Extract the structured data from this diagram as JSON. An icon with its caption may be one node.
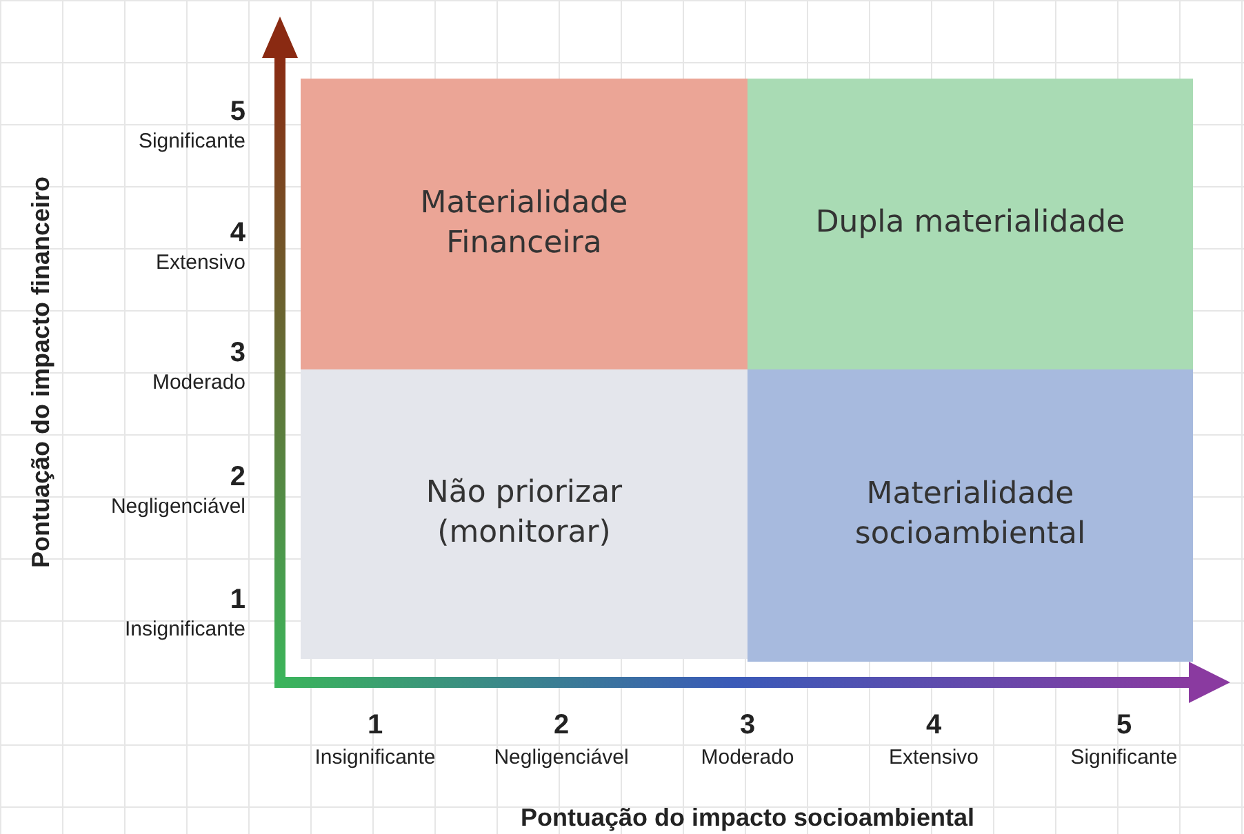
{
  "diagram": {
    "nodes": [
      {
        "text": [
          "Materialidade Financeira"
        ]
      },
      {
        "text": [
          "Dupla materialidade"
        ]
      },
      {
        "text": [
          "Não priorizar (monitorar)"
        ]
      },
      {
        "text": [
          "Materialidade socioambiental"
        ]
      }
    ],
    "labels": [
      "Pontuação do impacto financeiro",
      "5",
      "Significante",
      "4",
      "Extensivo",
      "3",
      "Moderado",
      "2",
      "Negligenciável",
      "1",
      "Insignificante",
      "1",
      "Insignificante",
      "2",
      "Negligenciável",
      "3",
      "Moderado",
      "4",
      "Extensivo",
      "5",
      "Significante",
      "Pontuação do impacto socioambiental"
    ]
  }
}
